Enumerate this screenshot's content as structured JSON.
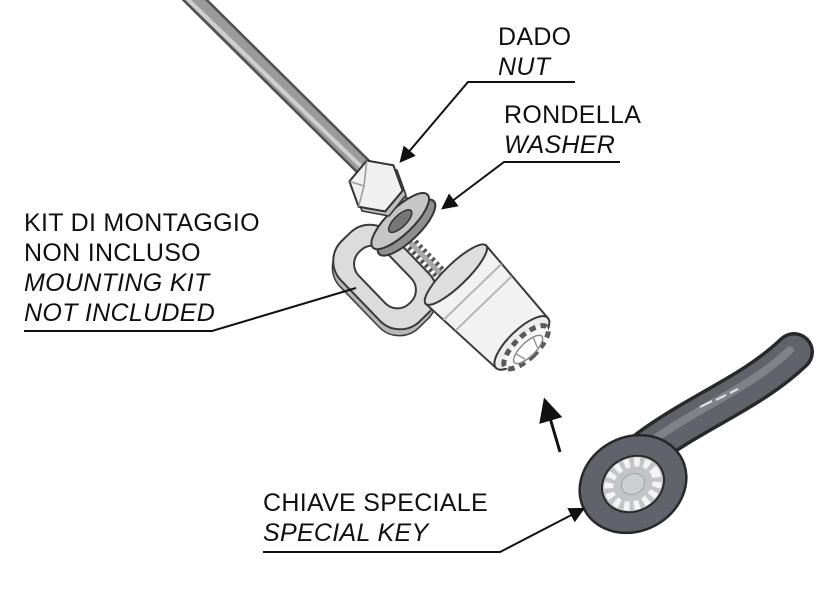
{
  "page": {
    "background": "#ffffff"
  },
  "diagram": {
    "type": "exploded-assembly-diagram",
    "labels": {
      "nut": {
        "it": "DADO",
        "en": "NUT"
      },
      "washer": {
        "it": "RONDELLA",
        "en": "WASHER"
      },
      "mounting_kit": {
        "it_line1": "KIT DI MONTAGGIO",
        "it_line2": "NON INCLUSO",
        "en_line1": "MOUNTING KIT",
        "en_line2": "NOT INCLUDED"
      },
      "special_key": {
        "it": "CHIAVE SPECIALE",
        "en": "SPECIAL KEY"
      }
    },
    "parts": [
      {
        "name": "rod"
      },
      {
        "name": "nut"
      },
      {
        "name": "washer"
      },
      {
        "name": "mounting-bracket"
      },
      {
        "name": "threaded-shaft"
      },
      {
        "name": "lock-knob"
      },
      {
        "name": "special-key-wrench"
      }
    ],
    "colors": {
      "text": "#101010",
      "leader_line": "#111111",
      "rod": "#9a9a9a",
      "bracket": "#dcdcdc",
      "nut_fill": "#f0f0f0",
      "washer": "#c6c6c6",
      "knob": "#f2f2f2",
      "wrench": "#60646a",
      "background": "#ffffff"
    }
  }
}
